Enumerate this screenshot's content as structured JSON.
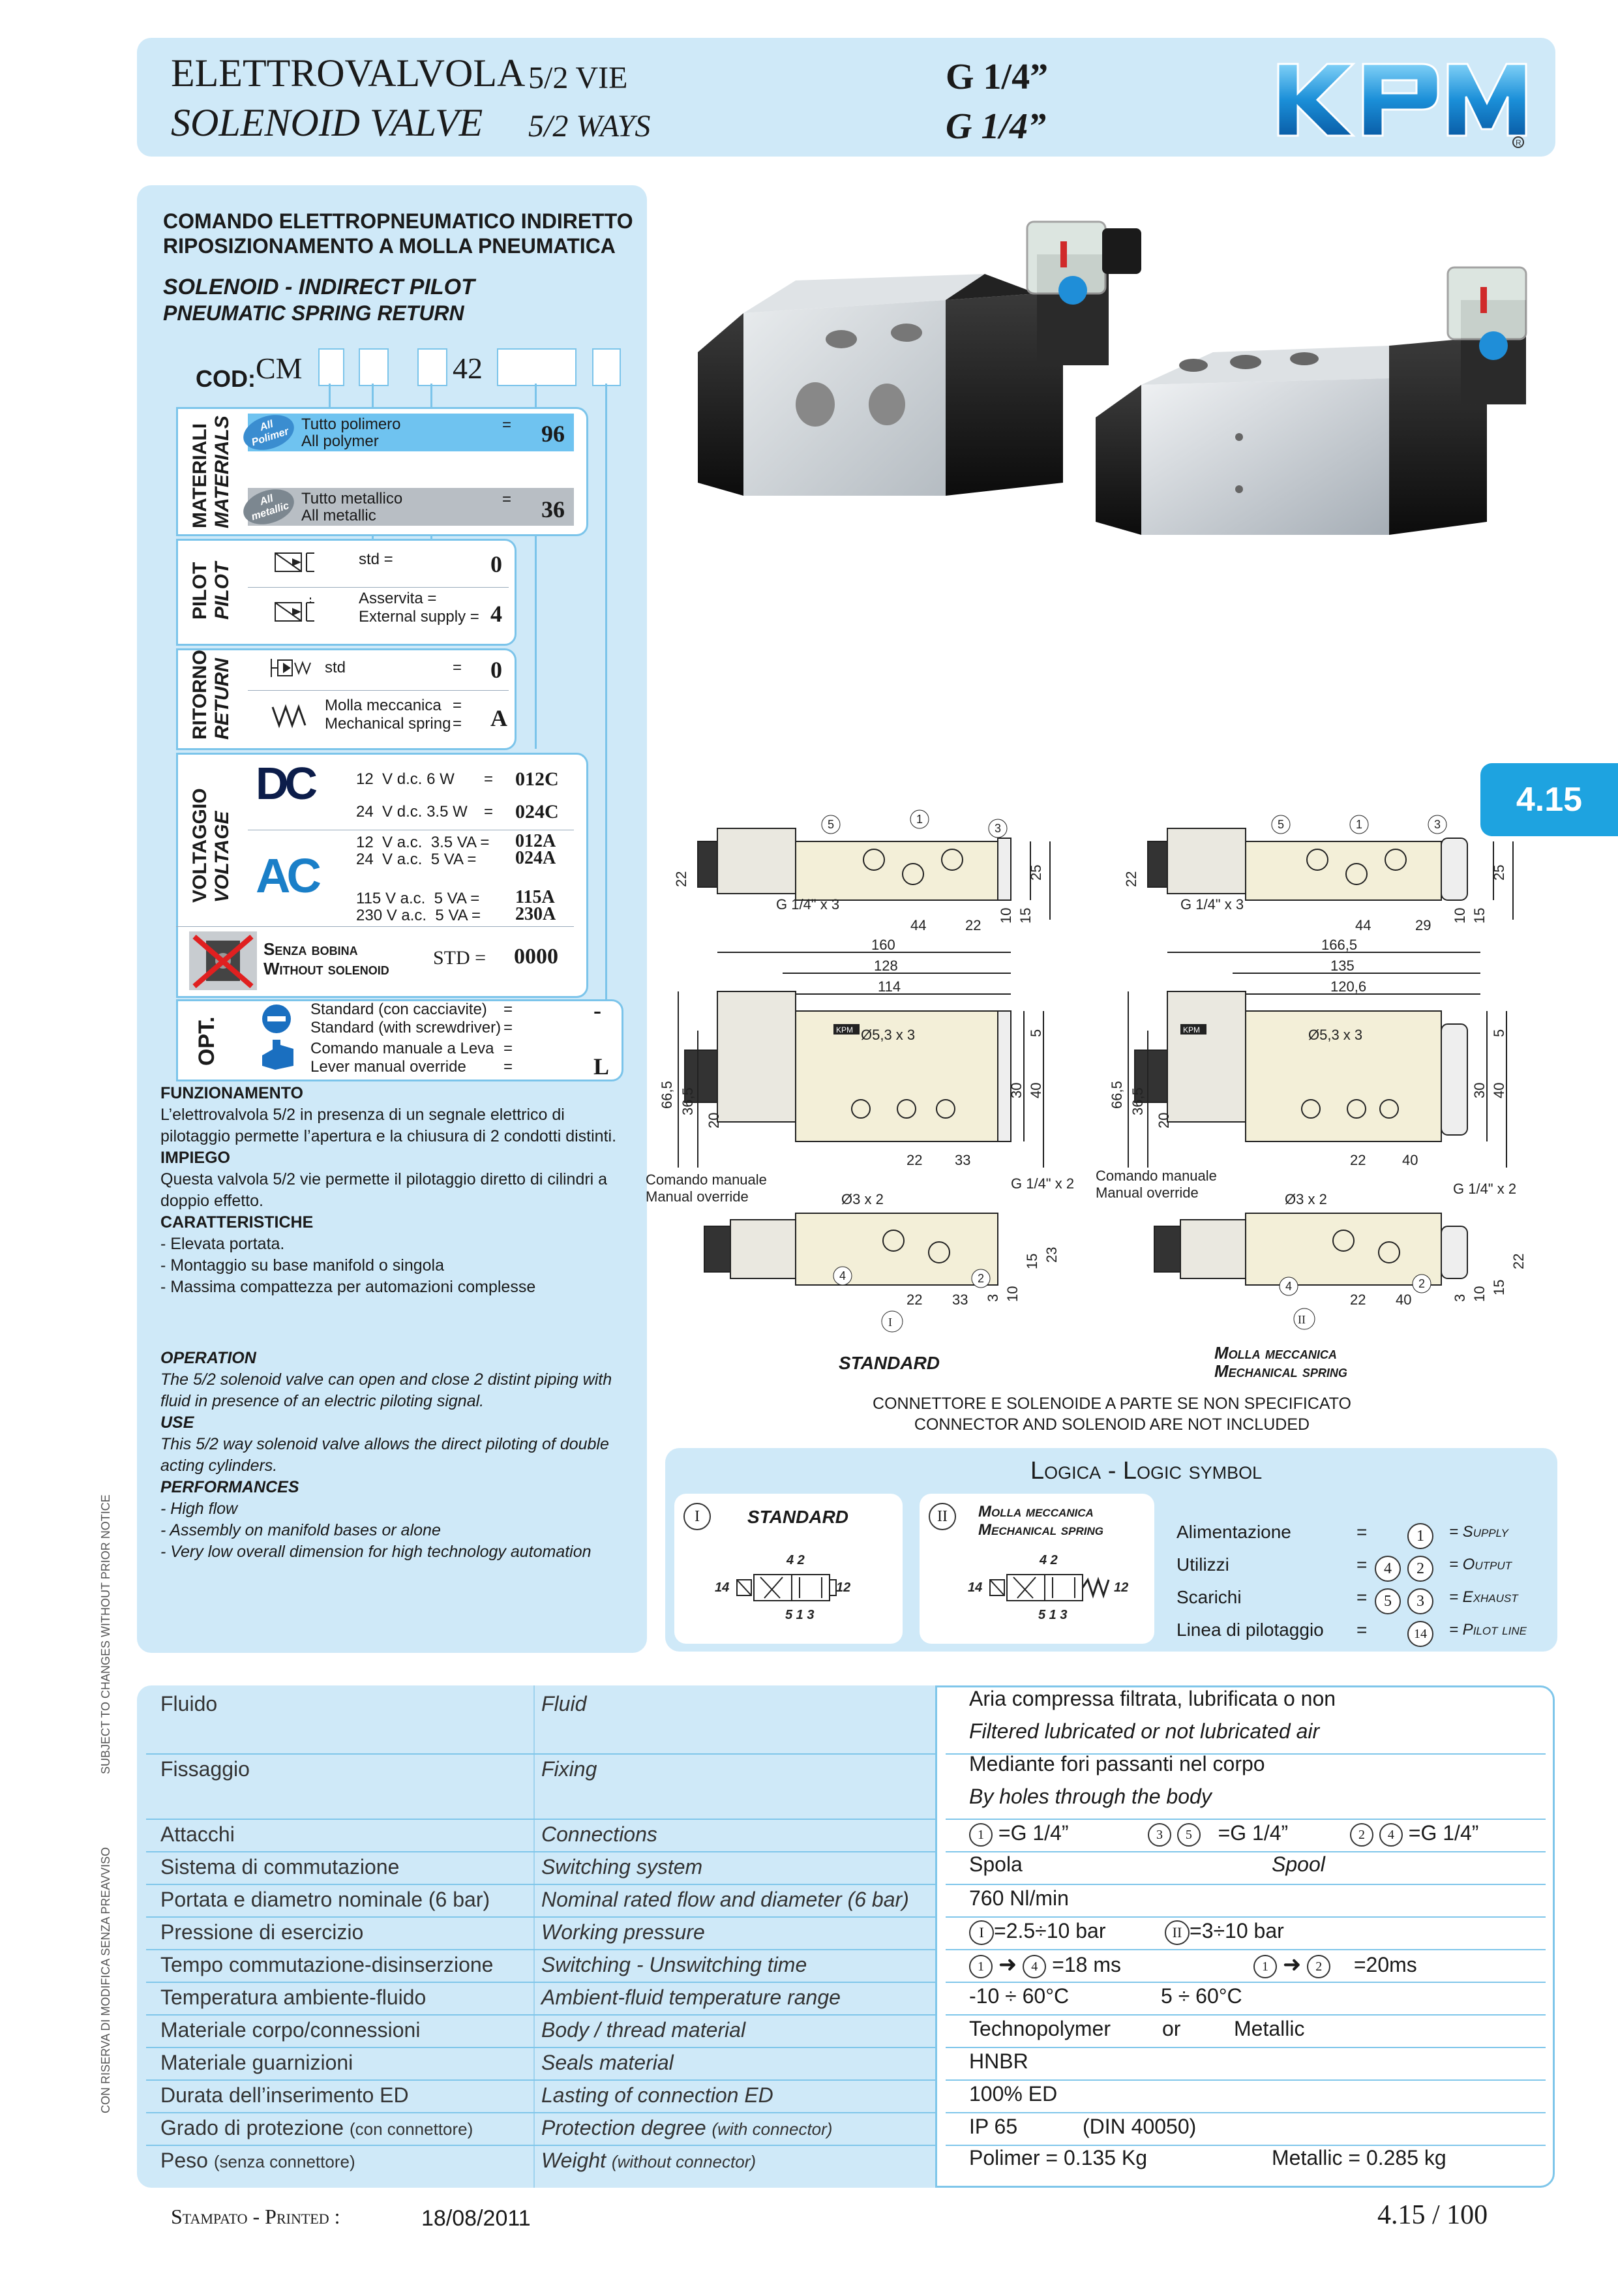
{
  "header": {
    "title_it": "ELETTROVALVOLA",
    "ways_it": "5/2 VIE",
    "size_it": "G 1/4”",
    "title_en": "SOLENOID VALVE",
    "ways_en": "5/2 WAYS",
    "size_en": "G 1/4”",
    "logo": "KPM"
  },
  "section_tab": "4.15",
  "description": {
    "it_line1": "COMANDO ELETTROPNEUMATICO INDIRETTO",
    "it_line2": "RIPOSIZIONAMENTO A MOLLA PNEUMATICA",
    "en_line1": "SOLENOID - INDIRECT PILOT",
    "en_line2": "PNEUMATIC SPRING RETURN"
  },
  "code": {
    "label": "COD:",
    "prefix": "CM",
    "fixed": "42"
  },
  "materials": {
    "label_it": "MATERIALI",
    "label_en": "MATERIALS",
    "options": [
      {
        "badge1": "All",
        "badge2": "Polimer",
        "it": "Tutto polimero",
        "en": "All polymer",
        "eq": "=",
        "code": "96"
      },
      {
        "badge1": "All",
        "badge2": "metallic",
        "it": "Tutto metallico",
        "en": "All metallic",
        "eq": "=",
        "code": "36"
      }
    ]
  },
  "pilot": {
    "label_it": "PILOT",
    "label_en": "PILOT",
    "options": [
      {
        "text1": "std =",
        "text2": "",
        "code": "0"
      },
      {
        "text1": "Asservita =",
        "text2": "External supply =",
        "code": "4"
      }
    ]
  },
  "return": {
    "label_it": "RITORNO",
    "label_en": "RETURN",
    "options": [
      {
        "text1": "std",
        "text2": "",
        "eq": "=",
        "code": "0"
      },
      {
        "text1": "Molla meccanica",
        "text2": "Mechanical spring",
        "eq": "=",
        "code": "A"
      }
    ]
  },
  "voltage": {
    "label_it": "VOLTAGGIO",
    "label_en": "VOLTAGE",
    "dc_symbol": "DC",
    "ac_symbol": "AC",
    "dc": [
      {
        "v": "12",
        "unit": "V d.c.",
        "w": "6 W",
        "eq": "=",
        "code": "012C"
      },
      {
        "v": "24",
        "unit": "V d.c.",
        "w": "3.5 W",
        "eq": "=",
        "code": "024C"
      }
    ],
    "ac": [
      {
        "v": "12",
        "unit": "V a.c.",
        "w": "3.5 VA =",
        "code": "012A"
      },
      {
        "v": "24",
        "unit": "V a.c.",
        "w": "5 VA =",
        "code": "024A"
      },
      {
        "v": "115",
        "unit": "V a.c.",
        "w": "5 VA =",
        "code": "115A"
      },
      {
        "v": "230",
        "unit": "V a.c.",
        "w": "5 VA =",
        "code": "230A"
      }
    ],
    "no_coil_it": "Senza bobina",
    "no_coil_en": "Without solenoid",
    "no_coil_std": "STD =",
    "no_coil_code": "0000"
  },
  "opt": {
    "label": "OPT.",
    "options": [
      {
        "it": "Standard (con cacciavite)",
        "en": "Standard (with screwdriver)",
        "eq": "=",
        "code": "-"
      },
      {
        "it": "Comando manuale a Leva",
        "en": "Lever manual override",
        "eq": "=",
        "code": "L"
      }
    ]
  },
  "text_it": {
    "h1": "FUNZIONAMENTO",
    "p1": "L’elettrovalvola 5/2 in presenza di un segnale elettrico di pilotaggio permette l’apertura e la chiusura di 2 condotti distinti.",
    "h2": "IMPIEGO",
    "p2": "Questa valvola 5/2 vie permette il pilotaggio diretto di cilindri a doppio effetto.",
    "h3": "CARATTERISTICHE",
    "l1": "- Elevata portata.",
    "l2": "- Montaggio su base manifold o singola",
    "l3": "- Massima compattezza per automazioni complesse"
  },
  "text_en": {
    "h1": "OPERATION",
    "p1": "The 5/2 solenoid valve can open and close 2 distint piping with fluid in presence of an electric piloting signal.",
    "h2": "USE",
    "p2": "This 5/2 way solenoid valve allows the direct piloting of double acting cylinders.",
    "h3": "PERFORMANCES",
    "l1": "- High flow",
    "l2": "- Assembly on manifold bases or alone",
    "l3": "- Very low overall dimension for high technology automation"
  },
  "drawings": {
    "port_g": "G 1/4\" x 3",
    "port_g2": "G 1/4\" x 2",
    "hole": "Ø5,3 x 3",
    "hole2": "Ø3 x 2",
    "override_it": "Comando manuale",
    "override_en": "Manual override",
    "logo_tag": "KPM",
    "left": {
      "w1": "160",
      "w2": "128",
      "w3": "114",
      "a": "44",
      "b": "22",
      "c": "33",
      "d": "22",
      "label": "STANDARD",
      "roman": "I"
    },
    "right": {
      "w1": "166,5",
      "w2": "135",
      "w3": "120,6",
      "a": "44",
      "b": "29",
      "c": "40",
      "d": "22",
      "label_it": "Molla meccanica",
      "label_en": "Mechanical spring",
      "roman": "II"
    },
    "h": {
      "h1": "22",
      "h2": "25",
      "h3": "10",
      "h4": "15",
      "v1": "66,5",
      "v2": "36,5",
      "v3": "20",
      "v4": "30",
      "v5": "40",
      "v6": "5",
      "v7": "23",
      "v8": "3",
      "v9": "10",
      "v10": "15"
    },
    "ports": {
      "p1": "1",
      "p2": "2",
      "p3": "3",
      "p4": "4",
      "p5": "5"
    },
    "note_it": "CONNETTORE E SOLENOIDE A PARTE SE NON SPECIFICATO",
    "note_en": "CONNECTOR AND SOLENOID ARE NOT INCLUDED"
  },
  "logic": {
    "title": "Logica - Logic symbol",
    "std_roman": "I",
    "std_label": "STANDARD",
    "mech_roman": "II",
    "mech_it": "Molla meccanica",
    "mech_en": "Mechanical spring",
    "sym_top": "4 2",
    "sym_bottom": "5 1 3",
    "sym_left": "14",
    "sym_right": "12",
    "legend": [
      {
        "it": "Alimentazione",
        "eq": "=",
        "n1": "1",
        "n2": "",
        "en": "= Supply"
      },
      {
        "it": "Utilizzi",
        "eq": "=",
        "n1": "4",
        "n2": "2",
        "en": "= Output"
      },
      {
        "it": "Scarichi",
        "eq": "=",
        "n1": "5",
        "n2": "3",
        "en": "= Exhaust"
      },
      {
        "it": "Linea di pilotaggio",
        "eq": "=",
        "n1": "14",
        "n2": "",
        "en": "= Pilot line"
      }
    ]
  },
  "specs": [
    {
      "it": "Fluido",
      "en": "Fluid",
      "v1": "Aria compressa filtrata, lubrificata o non",
      "v2": "Filtered lubricated or not lubricated air"
    },
    {
      "it": "Fissaggio",
      "en": "Fixing",
      "v1": "Mediante fori passanti nel corpo",
      "v2": "By holes through the body"
    },
    {
      "it": "Attacchi",
      "en": "Connections",
      "v1": "",
      "v2": ""
    },
    {
      "it": "Sistema di commutazione",
      "en": "Switching system",
      "v1": "Spola",
      "v2": "Spool"
    },
    {
      "it": "Portata e diametro nominale (6 bar)",
      "en": "Nominal rated flow and diameter (6 bar)",
      "v1": "760 Nl/min",
      "v2": ""
    },
    {
      "it": "Pressione di esercizio",
      "en": "Working pressure",
      "v1": "",
      "v2": ""
    },
    {
      "it": "Tempo commutazione-disinserzione",
      "en": "Switching - Unswitching time",
      "v1": "",
      "v2": ""
    },
    {
      "it": "Temperatura ambiente-fluido",
      "en": "Ambient-fluid temperature range",
      "v1": "-10 ÷ 60°C",
      "v2": "5 ÷ 60°C"
    },
    {
      "it": "Materiale corpo/connessioni",
      "en": "Body / thread material",
      "v1": "Technopolymer",
      "v2": "or",
      "v3": "Metallic"
    },
    {
      "it": "Materiale guarnizioni",
      "en": "Seals material",
      "v1": "HNBR",
      "v2": ""
    },
    {
      "it": "Durata dell’inserimento ED",
      "en": "Lasting of connection ED",
      "v1": "100% ED",
      "v2": ""
    },
    {
      "it": "Grado di protezione",
      "it_small": "(con connettore)",
      "en": "Protection degree",
      "en_small": "(with connector)",
      "v1": "IP 65",
      "v2": "(DIN 40050)"
    },
    {
      "it": "Peso",
      "it_small": "(senza connettore)",
      "en": "Weight",
      "en_small": "(without connector)",
      "v1": "Polimer = 0.135 Kg",
      "v2": "Metallic = 0.285 kg"
    }
  ],
  "spec_extra": {
    "conn_a": "1",
    "conn_a_val": "=G 1/4”",
    "conn_b1": "3",
    "conn_b2": "5",
    "conn_b_val": "=G 1/4”",
    "conn_c1": "2",
    "conn_c2": "4",
    "conn_c_val": "=G 1/4”",
    "pres_1": "I",
    "pres_1_val": "=2.5÷10 bar",
    "pres_2": "II",
    "pres_2_val": "=3÷10 bar",
    "t_a1": "1",
    "t_a2": "4",
    "t_a_val": "=18 ms",
    "t_b1": "1",
    "t_b2": "2",
    "t_b_val": "=20ms"
  },
  "side_notes": {
    "n1": "SUBJECT TO CHANGES WITHOUT PRIOR NOTICE",
    "n2": "CON RISERVA DI MODIFICA SENZA PREAVVISO"
  },
  "footer": {
    "printed_label": "Stampato -   Printed :",
    "date": "18/08/2011",
    "page": "4.15 / 100"
  },
  "colors": {
    "panel": "#cfe9f8",
    "accent": "#1ea3e0",
    "materials_blue": "#6fc3f0",
    "materials_grey": "#b8bec4"
  }
}
